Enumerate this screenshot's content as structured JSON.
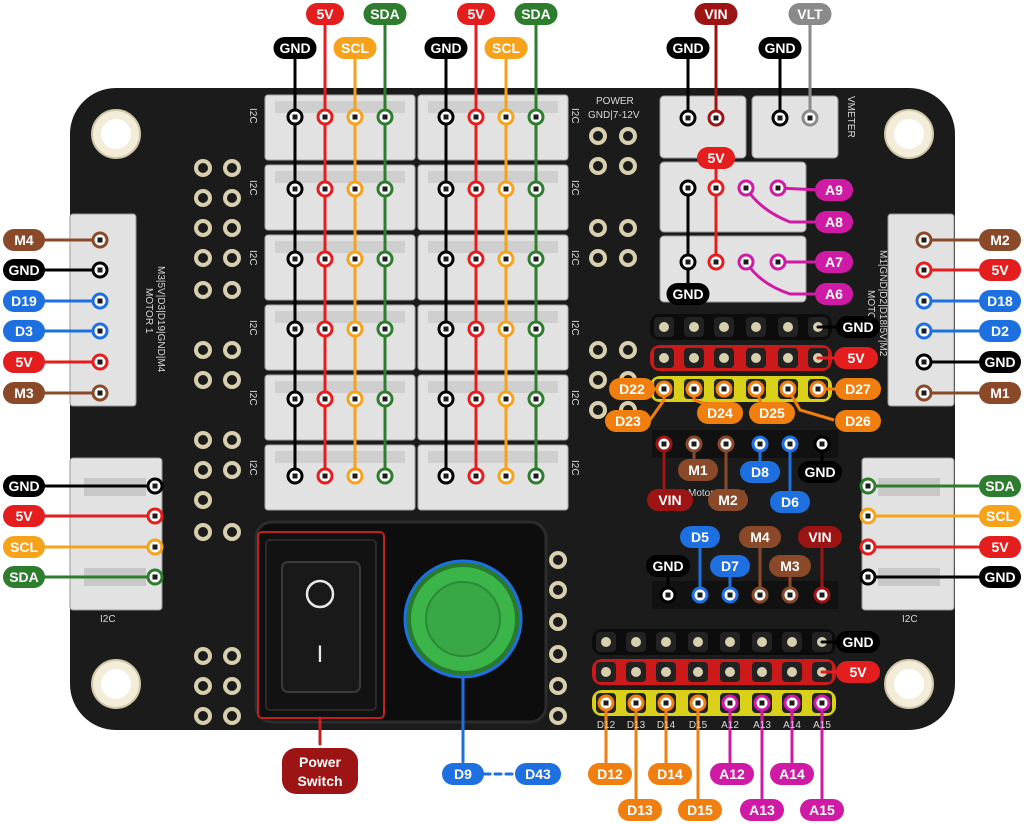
{
  "colors": {
    "board": "#1b1b1b",
    "gnd": "#000000",
    "v5": "#e41e1e",
    "vin": "#9d1414",
    "scl": "#f7a21b",
    "sda": "#2e7d2e",
    "blue": "#1e6fe0",
    "brown": "#8a4a2a",
    "orange": "#f07f10",
    "magenta": "#cf1aa6",
    "vlt": "#8a8a8a",
    "hdr_gnd": "#0c0c0c",
    "hdr_5v": "#cc1a1a",
    "hdr_sig": "#d9d01a",
    "switch_red": "#c21f1f",
    "button_green": "#3bb54a"
  },
  "silkscreen": {
    "i2c": "I2C",
    "power": "POWER",
    "power_pins": "GND|7-12V",
    "vmeter": "VMETER",
    "motor1": "MOTOR 1",
    "motor1_pins": "M3|5V|D3|D19|GND|M4",
    "motor2": "MOTOR 2",
    "motor2_pins": "M1|GND|D2|D18|5V|M2",
    "motor_power": "Motor Power"
  },
  "top_i2c_left": [
    "GND",
    "5V",
    "SCL",
    "SDA"
  ],
  "top_i2c_right": [
    "GND",
    "5V",
    "SCL",
    "SDA"
  ],
  "power_labels": {
    "gnd": "GND",
    "vin": "VIN",
    "gnd2": "GND",
    "vlt": "VLT"
  },
  "analog_block": {
    "v5": "5V",
    "a9": "A9",
    "a8": "A8",
    "a7": "A7",
    "a6": "A6",
    "gnd": "GND"
  },
  "motor1_labels": [
    "M4",
    "GND",
    "D19",
    "D3",
    "5V",
    "M3"
  ],
  "motor2_labels": [
    "M2",
    "5V",
    "D18",
    "D2",
    "GND",
    "M1"
  ],
  "i2c_left_labels": [
    "GND",
    "5V",
    "SCL",
    "SDA"
  ],
  "i2c_right_labels": [
    "SDA",
    "SCL",
    "5V",
    "GND"
  ],
  "header1": {
    "gnd": "GND",
    "v5": "5V",
    "pins_top": [
      "D22",
      "D24",
      "D25",
      "D27"
    ],
    "pins_bottom": [
      "D23",
      "D26"
    ]
  },
  "motor_power_block": {
    "vin": "VIN",
    "m1": "M1",
    "m2": "M2",
    "d8": "D8",
    "d6": "D6",
    "gnd": "GND"
  },
  "block2": {
    "gnd": "GND",
    "d5": "D5",
    "d7": "D7",
    "m4": "M4",
    "m3": "M3",
    "vin": "VIN"
  },
  "header2": {
    "gnd": "GND",
    "v5": "5V",
    "pins": [
      "D12",
      "D13",
      "D14",
      "D15",
      "A12",
      "A13",
      "A14",
      "A15"
    ],
    "silk": [
      "D12",
      "D13",
      "D14",
      "D15",
      "A12",
      "A13",
      "A14",
      "A15"
    ]
  },
  "switch": {
    "label": "Power Switch",
    "on": "I"
  },
  "button": {
    "label_a": "D9",
    "label_b": "D43"
  }
}
